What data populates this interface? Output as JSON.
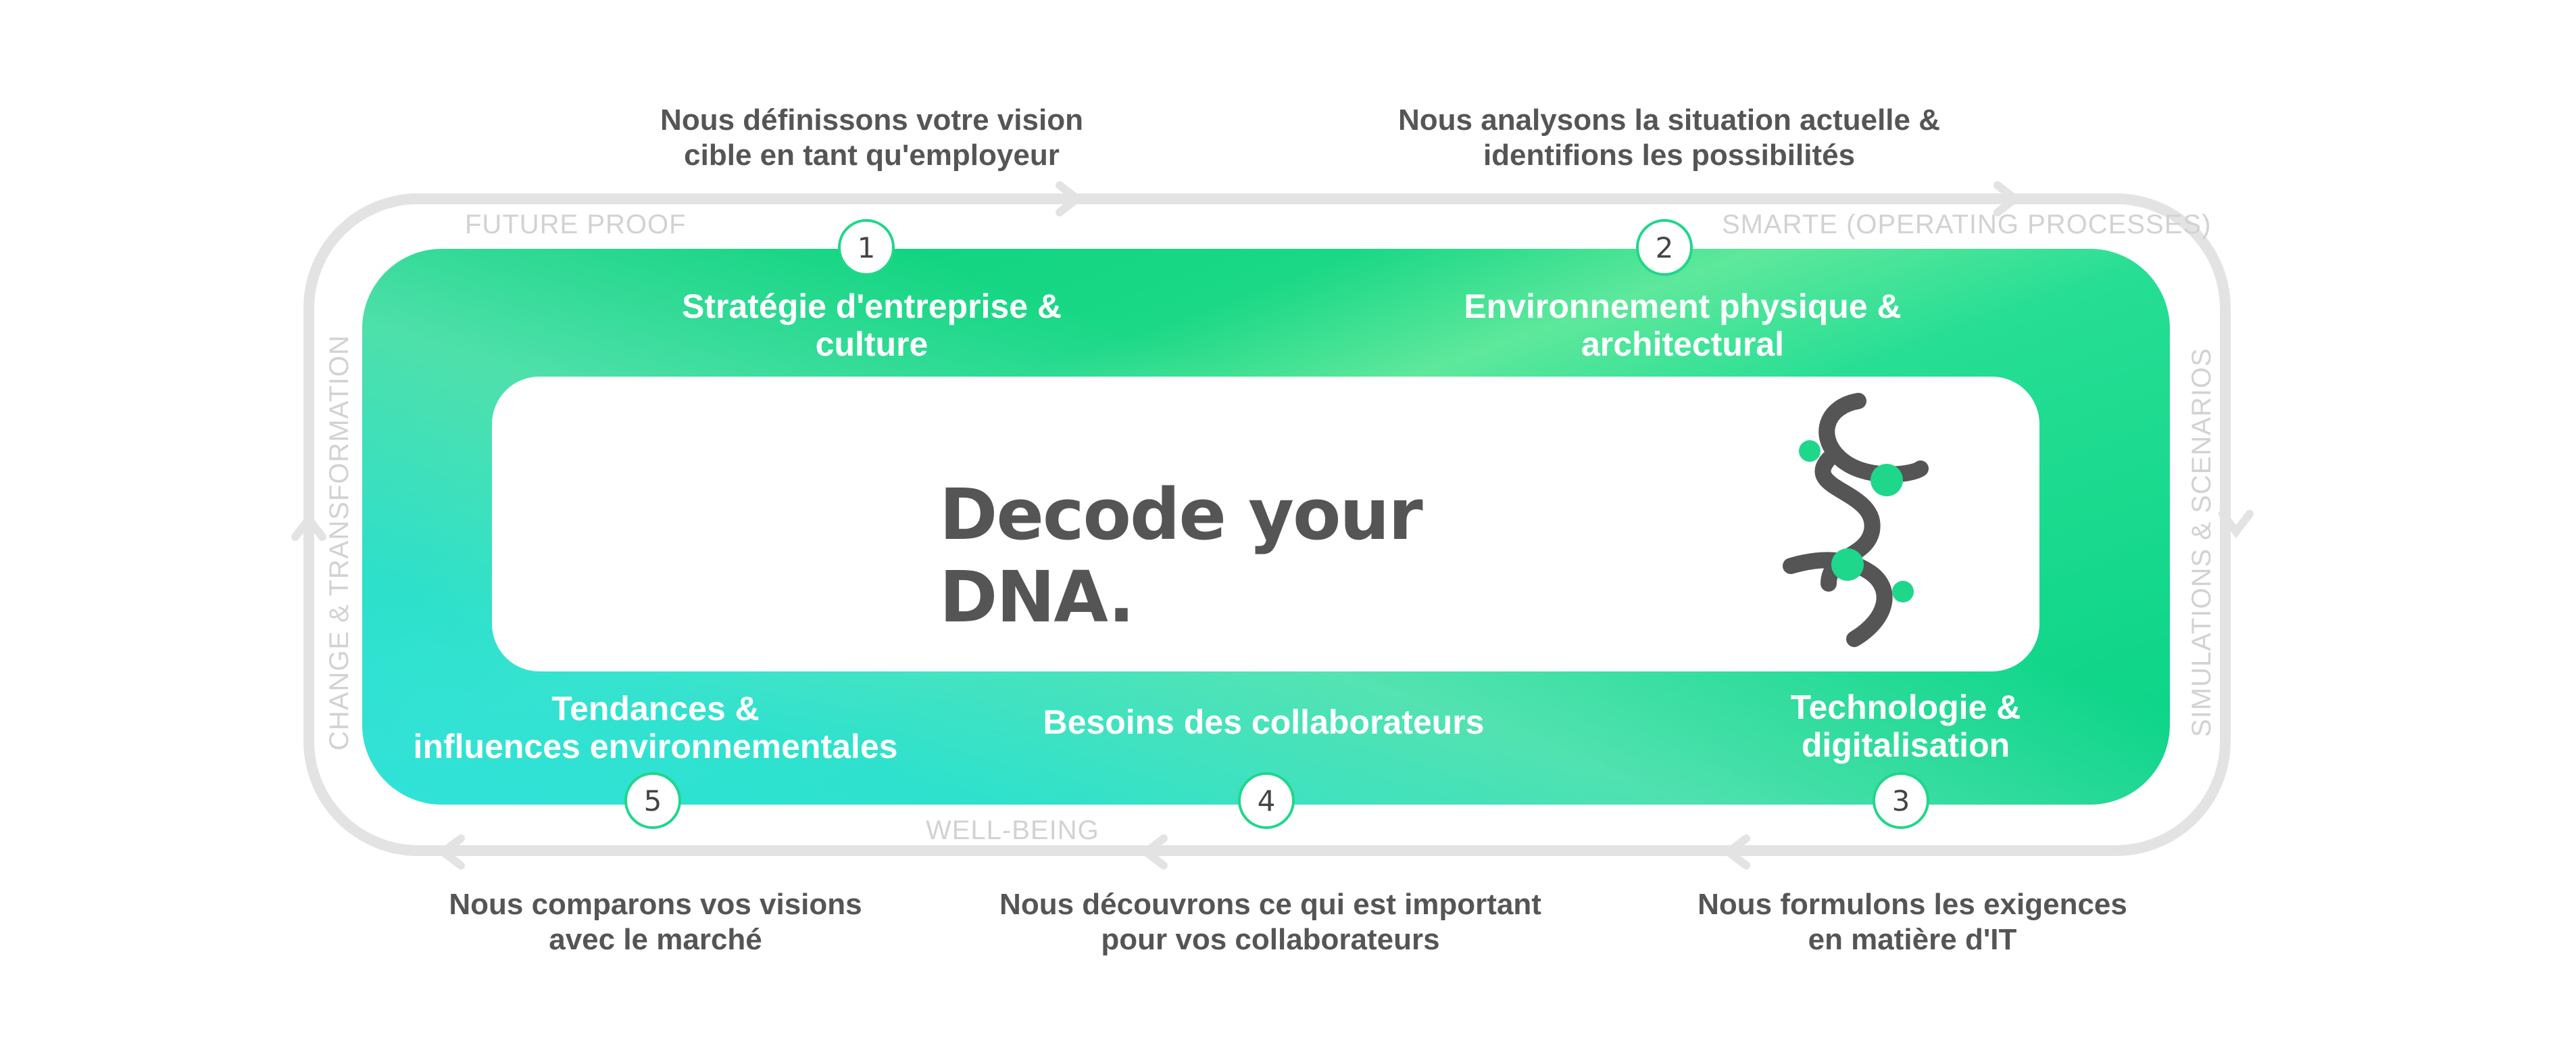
{
  "colors": {
    "accent": "#1fd78a",
    "track": "#e3e3e3",
    "text_dark": "#555555",
    "text_light": "#d2d2d2"
  },
  "top_notes": [
    "Nous définissons votre vision\ncible en tant qu'employeur",
    "Nous analysons la situation actuelle &\nidentifions les possibilités"
  ],
  "bottom_notes": [
    "Nous comparons vos visions\navec le marché",
    "Nous découvrons ce qui est important\npour vos collaborateurs",
    "Nous formulons les exigences\nen matière d'IT"
  ],
  "track_labels": {
    "future_proof": "FUTURE PROOF",
    "smarte": "SMARTE (OPERATING PROCESSES)",
    "well_being": "WELL-BEING",
    "change": "CHANGE & TRANSFORMATION",
    "simulations": "SIMULATIONS & SCENARIOS"
  },
  "steps": [
    {
      "number": "1",
      "label": "Stratégie d'entreprise &\nculture"
    },
    {
      "number": "2",
      "label": "Environnement physique &\narchitectural"
    },
    {
      "number": "3",
      "label": "Technologie &\ndigitalisation"
    },
    {
      "number": "4",
      "label": "Besoins des collaborateurs"
    },
    {
      "number": "5",
      "label": "Tendances &\ninfluences environnementales"
    }
  ],
  "headline": "Decode your DNA.",
  "icons": {
    "dna": "dna-helix-icon",
    "arrow": "chevron-arrow-icon"
  }
}
